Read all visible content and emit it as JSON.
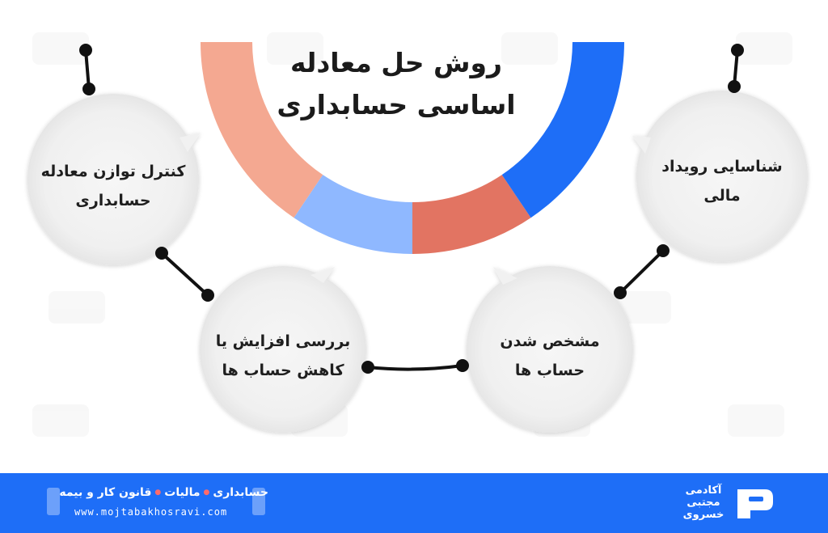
{
  "title": {
    "line1": "روش حل معادله",
    "line2": "اساسی حسابداری"
  },
  "steps": [
    {
      "line1": "شناسایی رویداد",
      "line2": "مالی"
    },
    {
      "line1": "مشخص شدن",
      "line2": "حساب ها"
    },
    {
      "line1": "بررسی افزایش یا",
      "line2": "کاهش حساب ها"
    },
    {
      "line1": "کنترل توازن معادله",
      "line2": "حسابداری"
    }
  ],
  "arc_segments": [
    {
      "color": "#f4a891"
    },
    {
      "color": "#8fb8ff"
    },
    {
      "color": "#e27462"
    },
    {
      "color": "#1e6ef7"
    }
  ],
  "colors": {
    "accent_blue": "#1e6ef7",
    "footer_bg": "#1e6ef7",
    "bubble_fill": "#f1f1f1",
    "connector": "#111111"
  },
  "footer": {
    "tag1": "حسابداری",
    "tag2": "مالیات",
    "tag3": "قانون کار و بیمه",
    "url": "www.mojtabakhosravi.com"
  },
  "logo": {
    "line1": "آکادمی",
    "line2": "مجتبی",
    "line3": "خسروی"
  }
}
